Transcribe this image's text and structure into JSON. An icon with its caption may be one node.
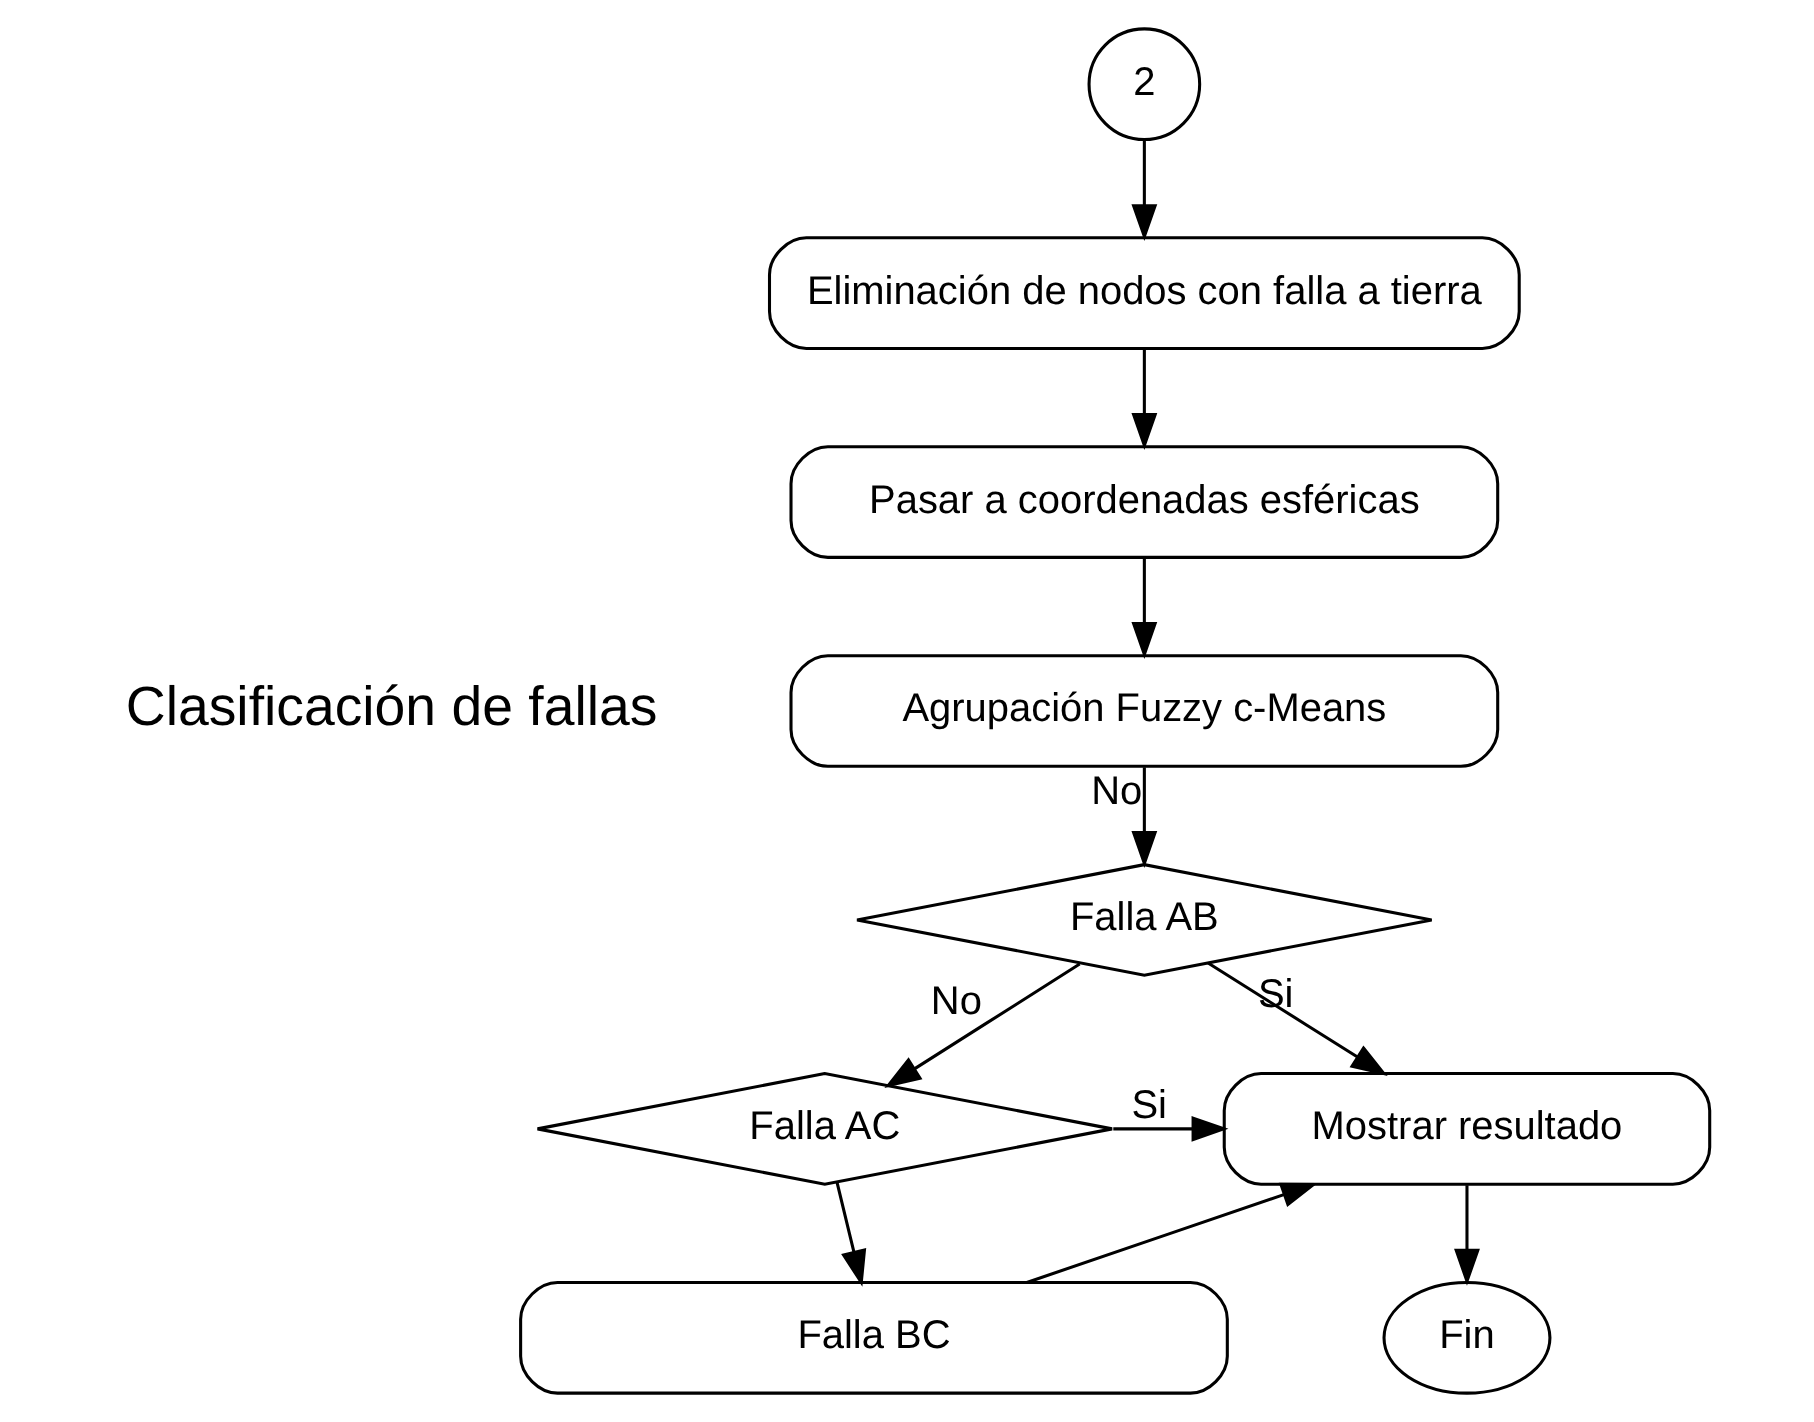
{
  "diagram": {
    "nodes": [
      {
        "text": [
          "2"
        ]
      },
      {
        "text": [
          "Eliminación de nodos con falla a tierra"
        ]
      },
      {
        "text": [
          "Pasar a coordenadas esféricas"
        ]
      },
      {
        "text": [
          "Agrupación Fuzzy c-Means"
        ]
      },
      {
        "text": [
          "Falla AB"
        ]
      },
      {
        "text": [
          "Mostrar resultado"
        ]
      },
      {
        "text": [
          "Falla AC"
        ]
      },
      {
        "text": [
          "Fin"
        ]
      },
      {
        "text": [
          "Falla BC"
        ]
      }
    ],
    "edges": [
      {
        "from": 0,
        "to": 1,
        "arrow": "to"
      },
      {
        "from": 1,
        "to": 2,
        "arrow": "to"
      },
      {
        "from": 2,
        "to": 3,
        "arrow": "to"
      },
      {
        "from": 3,
        "to": 4,
        "arrow": "to",
        "label": "No"
      },
      {
        "from": 4,
        "to": 6,
        "arrow": "to",
        "label": "No"
      },
      {
        "from": 4,
        "to": 5,
        "arrow": "to",
        "label": "Si"
      },
      {
        "from": 6,
        "to": 5,
        "arrow": "to",
        "label": "Si"
      },
      {
        "from": 6,
        "to": 8,
        "arrow": "to"
      },
      {
        "from": 8,
        "to": 5,
        "arrow": "to"
      },
      {
        "from": 5,
        "to": 7,
        "arrow": "to"
      }
    ],
    "labels": [
      "Clasificación de fallas"
    ]
  }
}
